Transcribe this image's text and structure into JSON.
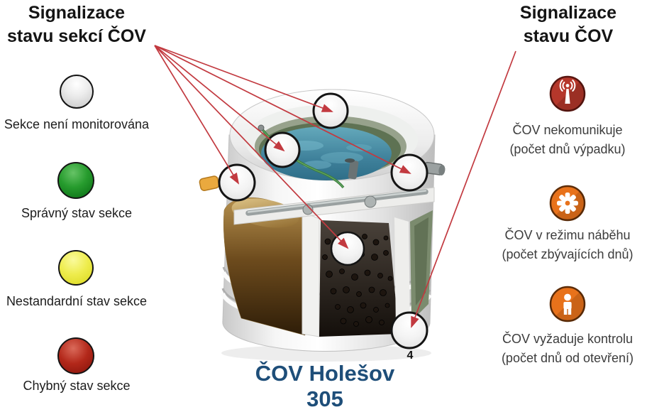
{
  "left_panel": {
    "title_line1": "Signalizace",
    "title_line2": "stavu sekcí ČOV",
    "items": [
      {
        "name": "section-not-monitored",
        "label": "Sekce není monitorována",
        "color": "#d9d9d9"
      },
      {
        "name": "section-ok",
        "label": "Správný stav sekce",
        "color": "#1d8f27"
      },
      {
        "name": "section-nonstandard",
        "label": "Nestandardní stav sekce",
        "color": "#e5e33a"
      },
      {
        "name": "section-error",
        "label": "Chybný stav sekce",
        "color": "#a81f15"
      }
    ]
  },
  "right_panel": {
    "title_line1": "Signalizace",
    "title_line2": "stavu ČOV",
    "items": [
      {
        "icon": "antenna-icon",
        "color": "#b5372b",
        "label_line1": "ČOV nekomunikuje",
        "label_line2": "(počet dnů výpadku)"
      },
      {
        "icon": "gear-icon",
        "color": "#e8721b",
        "label_line1": "ČOV v režimu náběhu",
        "label_line2": "(počet zbývajících dnů)"
      },
      {
        "icon": "person-icon",
        "color": "#e8721b",
        "label_line1": "ČOV vyžaduje kontrolu",
        "label_line2": "(počet dnů od otevření)"
      }
    ]
  },
  "diagram": {
    "caption": "ČOV Holešov 305",
    "caption_color": "#1e4e79",
    "marker_number": "4",
    "arrow_color": "#c23a40"
  }
}
